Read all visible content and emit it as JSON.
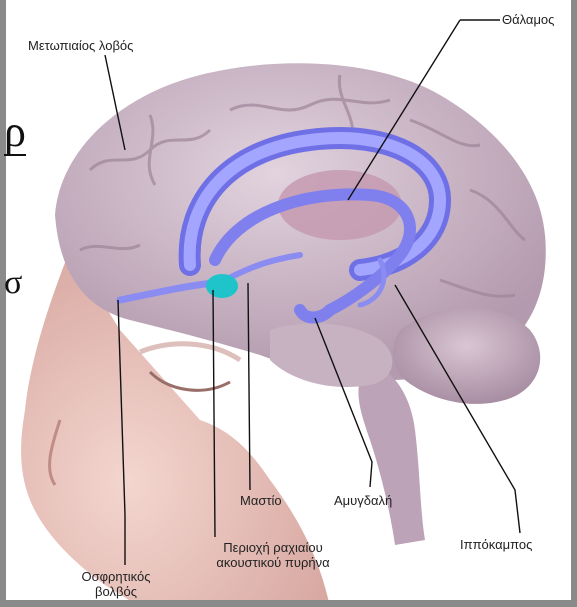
{
  "labels": {
    "frontal_lobe": "Μετωπιαίος λοβός",
    "thalamus": "Θάλαμος",
    "mammillary": "Μαστίο",
    "amygdala": "Αμυγδαλή",
    "hippocampus": "Ιππόκαμπος",
    "region_line1": "Περιοχή ραχιαίου",
    "region_line2": "ακουστικού πυρήνα",
    "olfactory_line1": "Οσφρητικός",
    "olfactory_line2": "βολβός"
  },
  "fragments": {
    "top_fragment": "ρ",
    "mid_fragment": "σ"
  },
  "colors": {
    "skin": "#e9c2bc",
    "brain": "#cbb4c4",
    "limbic": "#8a8cf2",
    "nucleus": "#1ec4c9",
    "thalamus": "#c59ab0"
  }
}
